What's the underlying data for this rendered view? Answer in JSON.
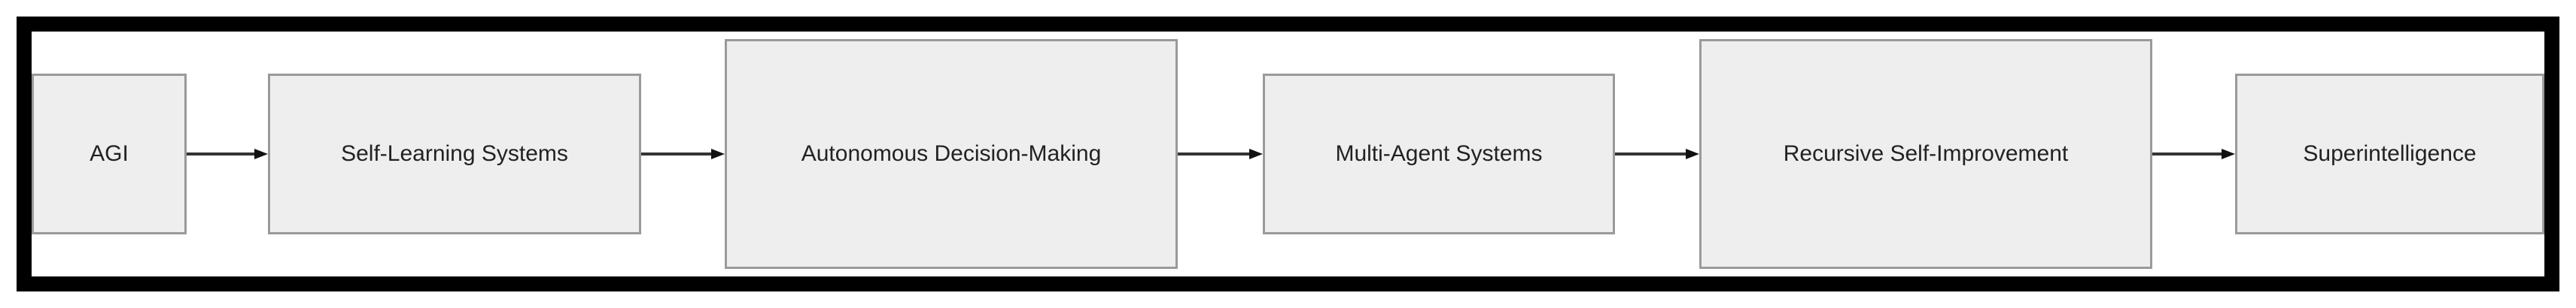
{
  "diagram": {
    "nodes": [
      {
        "id": "agi",
        "label": "AGI"
      },
      {
        "id": "self-learning",
        "label": "Self-Learning Systems"
      },
      {
        "id": "autonomous",
        "label": "Autonomous Decision-Making"
      },
      {
        "id": "multi-agent",
        "label": "Multi-Agent Systems"
      },
      {
        "id": "recursive",
        "label": "Recursive Self-Improvement"
      },
      {
        "id": "superintelligence",
        "label": "Superintelligence"
      }
    ],
    "edges": [
      {
        "from": "agi",
        "to": "self-learning"
      },
      {
        "from": "self-learning",
        "to": "autonomous"
      },
      {
        "from": "autonomous",
        "to": "multi-agent"
      },
      {
        "from": "multi-agent",
        "to": "recursive"
      },
      {
        "from": "recursive",
        "to": "superintelligence"
      }
    ],
    "colors": {
      "frame": "#000000",
      "node_fill": "#eeeeee",
      "node_border": "#9a9a9a",
      "arrow": "#333333"
    }
  }
}
